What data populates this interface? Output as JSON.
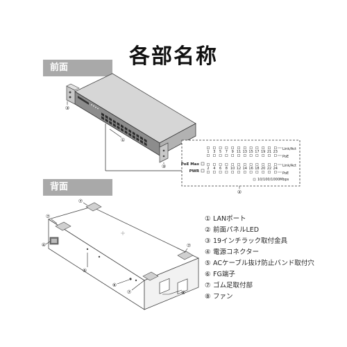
{
  "title": "各部名称",
  "sections": {
    "front": "前面",
    "rear": "背面"
  },
  "callouts": {
    "lan_port": "①",
    "front_panel_led": "②",
    "rack_bracket": "③",
    "power_connector": "④",
    "ac_cable_band_hole": "⑤",
    "fg_terminal": "⑥",
    "rubber_foot": "⑦",
    "fan": "⑧"
  },
  "led_panel": {
    "top_numbers": [
      "1",
      "3",
      "5",
      "7",
      "9",
      "11",
      "13",
      "15",
      "17",
      "19",
      "21",
      "23"
    ],
    "bottom_numbers": [
      "2",
      "4",
      "6",
      "8",
      "10",
      "12",
      "14",
      "16",
      "18",
      "20",
      "22",
      "24"
    ],
    "link_act": "Link/Act",
    "poe": "PoE",
    "poe_max": "PoE Max",
    "pwr": "PWR",
    "speed": "10/100/1000Mbps"
  },
  "legend": [
    {
      "num": "①",
      "label": "LANポート"
    },
    {
      "num": "②",
      "label": "前面パネルLED"
    },
    {
      "num": "③",
      "label": "19インチラック取付金具"
    },
    {
      "num": "④",
      "label": "電源コネクター"
    },
    {
      "num": "⑤",
      "label": "ACケーブル抜け防止バンド取付穴"
    },
    {
      "num": "⑥",
      "label": "FG端子"
    },
    {
      "num": "⑦",
      "label": "ゴム足取付部"
    },
    {
      "num": "⑧",
      "label": "ファン"
    }
  ]
}
